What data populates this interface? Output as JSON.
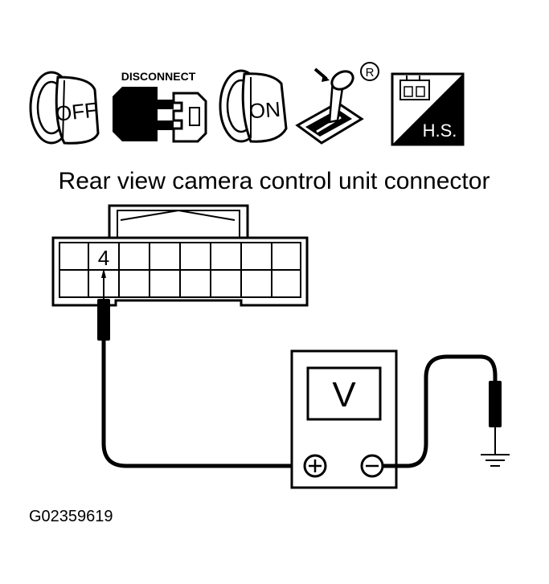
{
  "icons": {
    "ignition_off_label": "OFF",
    "disconnect_label": "DISCONNECT",
    "ignition_on_label": "ON",
    "registered_mark": "R",
    "harness_side_label": "H.S."
  },
  "title": "Rear view camera control unit connector",
  "connector": {
    "pin_label": "4"
  },
  "meter": {
    "display": "V",
    "plus_symbol": "+",
    "minus_symbol": "−"
  },
  "figure_code": "G02359619",
  "colors": {
    "ink": "#000000",
    "paper": "#ffffff"
  }
}
